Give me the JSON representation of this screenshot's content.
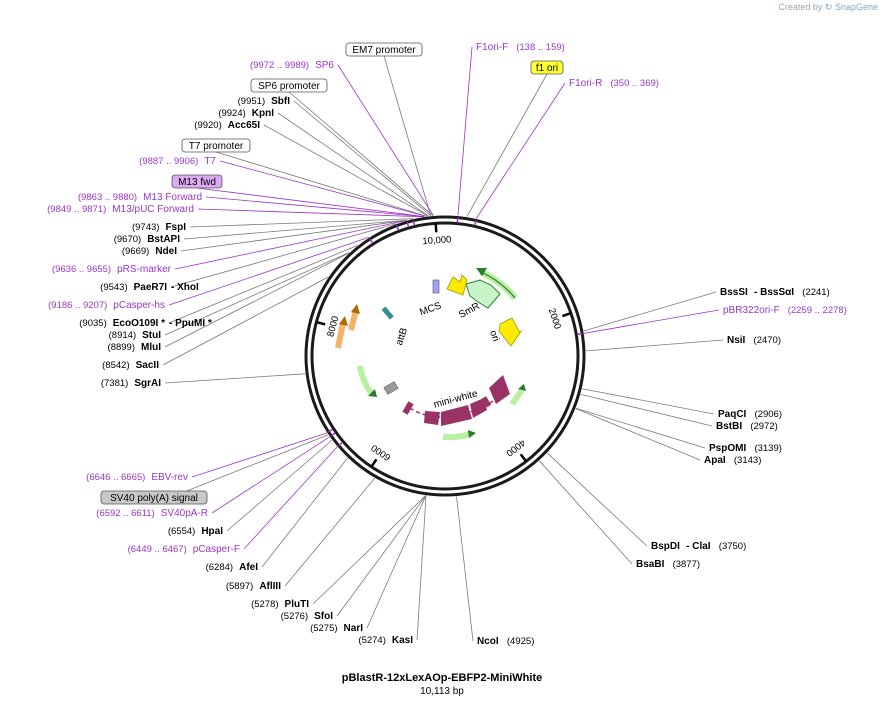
{
  "credit": {
    "prefix": "Created by",
    "brand": "SnapGene"
  },
  "plasmid": {
    "name": "pBlastR-12xLexAOp-EBFP2-MiniWhite",
    "length": "10,113 bp",
    "length_bp": 10113
  },
  "ticks": [
    {
      "bp": 2000,
      "label": "2000"
    },
    {
      "bp": 4000,
      "label": "4000"
    },
    {
      "bp": 6000,
      "label": "6000"
    },
    {
      "bp": 8000,
      "label": "8000"
    },
    {
      "bp": 10000,
      "label": "10,000"
    }
  ],
  "labels": [
    {
      "id": "em7",
      "kind": "box",
      "text": "EM7 promoter",
      "bp": 9950
    },
    {
      "id": "sp6",
      "kind": "primer",
      "pos": "(9972 .. 9989)",
      "text": "SP6",
      "bp": 9980
    },
    {
      "id": "sp6prom",
      "kind": "box",
      "text": "SP6 promoter",
      "bp": 9975
    },
    {
      "id": "sbfi",
      "kind": "enzyme",
      "pos": "(9951)",
      "text": "SbfI",
      "bp": 9951
    },
    {
      "id": "kpni",
      "kind": "enzyme",
      "pos": "(9924)",
      "text": "KpnI",
      "bp": 9924
    },
    {
      "id": "acc65i",
      "kind": "enzyme",
      "pos": "(9920)",
      "text": "Acc65I",
      "bp": 9920
    },
    {
      "id": "t7prom",
      "kind": "box",
      "text": "T7 promoter",
      "bp": 9900
    },
    {
      "id": "t7",
      "kind": "primer",
      "pos": "(9887 .. 9906)",
      "text": "T7",
      "bp": 9896
    },
    {
      "id": "m13fwd",
      "kind": "boxp",
      "text": "M13 fwd",
      "bp": 9872
    },
    {
      "id": "m13forward",
      "kind": "primer",
      "pos": "(9863 .. 9880)",
      "text": "M13 Forward",
      "bp": 9871
    },
    {
      "id": "m13puc",
      "kind": "primer",
      "pos": "(9849 .. 9871)",
      "text": "M13/pUC Forward",
      "bp": 9860
    },
    {
      "id": "fspi",
      "kind": "enzyme",
      "pos": "(9743)",
      "text": "FspI",
      "bp": 9743
    },
    {
      "id": "bstapi",
      "kind": "enzyme",
      "pos": "(9670)",
      "text": "BstAPI",
      "bp": 9670
    },
    {
      "id": "ndei",
      "kind": "enzyme",
      "pos": "(9669)",
      "text": "NdeI",
      "bp": 9669
    },
    {
      "id": "prs",
      "kind": "primer",
      "pos": "(9636 .. 9655)",
      "text": "pRS-marker",
      "bp": 9645
    },
    {
      "id": "paer7i",
      "kind": "enzyme",
      "pos": "(9543)",
      "text": "PaeR7I",
      "text2": "- XhoI",
      "bp": 9543
    },
    {
      "id": "pcasperhs",
      "kind": "primer",
      "pos": "(9186 .. 9207)",
      "text": "pCasper-hs",
      "bp": 9196
    },
    {
      "id": "eco0109i",
      "kind": "enzyme",
      "pos": "(9035)",
      "text": "EcoO109I *",
      "text2": "- PpuMI *",
      "bp": 9035
    },
    {
      "id": "stui",
      "kind": "enzyme",
      "pos": "(8914)",
      "text": "StuI",
      "bp": 8914
    },
    {
      "id": "mlui",
      "kind": "enzyme",
      "pos": "(8899)",
      "text": "MluI",
      "bp": 8899
    },
    {
      "id": "sacii",
      "kind": "enzyme",
      "pos": "(8542)",
      "text": "SacII",
      "bp": 8542
    },
    {
      "id": "sgrai",
      "kind": "enzyme",
      "pos": "(7381)",
      "text": "SgrAI",
      "bp": 7381
    },
    {
      "id": "ebvrev",
      "kind": "primer",
      "pos": "(6646 .. 6665)",
      "text": "EBV-rev",
      "bp": 6655
    },
    {
      "id": "sv40polya",
      "kind": "boxg",
      "text": "SV40 poly(A) signal",
      "bp": 6630
    },
    {
      "id": "sv40par",
      "kind": "primer",
      "pos": "(6592 .. 6611)",
      "text": "SV40pA-R",
      "bp": 6601
    },
    {
      "id": "hpai",
      "kind": "enzyme",
      "pos": "(6554)",
      "text": "HpaI",
      "bp": 6554
    },
    {
      "id": "pcasperf",
      "kind": "primer",
      "pos": "(6449 .. 6467)",
      "text": "pCasper-F",
      "bp": 6458
    },
    {
      "id": "afei",
      "kind": "enzyme",
      "pos": "(6284)",
      "text": "AfeI",
      "bp": 6284
    },
    {
      "id": "aflii",
      "kind": "enzyme",
      "pos": "(5897)",
      "text": "AflIII",
      "bp": 5897
    },
    {
      "id": "pluti",
      "kind": "enzyme",
      "pos": "(5278)",
      "text": "PluTI",
      "bp": 5278
    },
    {
      "id": "sfoi",
      "kind": "enzyme",
      "pos": "(5276)",
      "text": "SfoI",
      "bp": 5276
    },
    {
      "id": "nari",
      "kind": "enzyme",
      "pos": "(5275)",
      "text": "NarI",
      "bp": 5275
    },
    {
      "id": "kasi",
      "kind": "enzyme",
      "pos": "(5274)",
      "text": "KasI",
      "bp": 5274
    },
    {
      "id": "ncoi",
      "kind": "enzyme",
      "pos": "(4925)",
      "text": "NcoI",
      "bp": 4925
    },
    {
      "id": "bsabi",
      "kind": "enzyme",
      "pos": "(3877)",
      "text": "BsaBI",
      "bp": 3877
    },
    {
      "id": "bspdi",
      "kind": "enzyme",
      "pos": "(3750)",
      "text": "BspDI",
      "text2": "- ClaI",
      "bp": 3750
    },
    {
      "id": "apai",
      "kind": "enzyme",
      "pos": "(3143)",
      "text": "ApaI",
      "bp": 3143
    },
    {
      "id": "pspomi",
      "kind": "enzyme",
      "pos": "(3139)",
      "text": "PspOMI",
      "bp": 3139
    },
    {
      "id": "bstbi",
      "kind": "enzyme",
      "pos": "(2972)",
      "text": "BstBI",
      "bp": 2972
    },
    {
      "id": "paqci",
      "kind": "enzyme",
      "pos": "(2906)",
      "text": "PaqCI",
      "bp": 2906
    },
    {
      "id": "nsii",
      "kind": "enzyme",
      "pos": "(2470)",
      "text": "NsiI",
      "bp": 2470
    },
    {
      "id": "pbr322",
      "kind": "primer",
      "pos": "(2259 .. 2278)",
      "text": "pBR322ori-F",
      "bp": 2268
    },
    {
      "id": "bsssi",
      "kind": "enzyme",
      "pos": "(2241)",
      "text": "BssSI",
      "text2": "- BssSαI",
      "bp": 2241
    },
    {
      "id": "f1orif",
      "kind": "primer",
      "pos": "(138 .. 159)",
      "text": "F1ori-F",
      "bp": 148
    },
    {
      "id": "f1ori",
      "kind": "boxy",
      "text": "f1 ori",
      "bp": 250
    },
    {
      "id": "f1orir",
      "kind": "primer",
      "pos": "(350 .. 369)",
      "text": "F1ori-R",
      "bp": 360
    }
  ],
  "features": [
    {
      "id": "f1-ori-arrow",
      "text": "",
      "color": "#ffea00"
    },
    {
      "id": "smr",
      "text": "SmR",
      "color": "#c8f5c8"
    },
    {
      "id": "ori",
      "text": "ori",
      "color": "#ffea00"
    },
    {
      "id": "mcs",
      "text": "MCS",
      "color": "#a0a0ff"
    },
    {
      "id": "attb",
      "text": "attB",
      "color": "#3b8c99"
    },
    {
      "id": "mini-white",
      "text": "mini-white",
      "color": "#993366"
    }
  ]
}
